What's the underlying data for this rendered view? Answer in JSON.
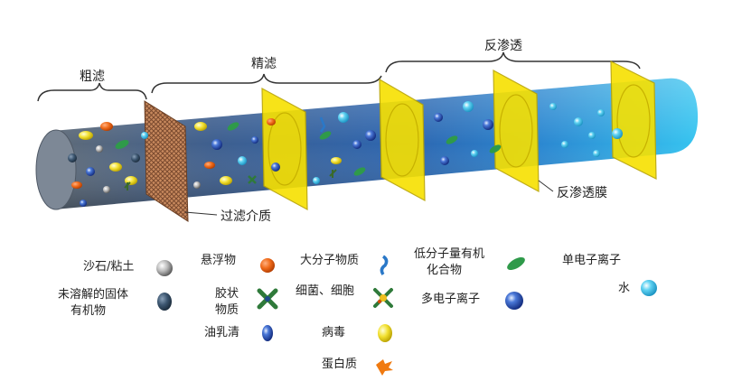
{
  "stages": {
    "coarse": "粗滤",
    "fine": "精滤",
    "ro": "反渗透"
  },
  "callouts": {
    "filter_media": "过滤介质",
    "ro_membrane": "反渗透膜"
  },
  "legend": {
    "sand": "沙石/粘土",
    "undissolved_solid": "未溶解的固体",
    "organic_matter": "有机物",
    "suspended": "悬浮物",
    "colloid_line1": "胶状",
    "colloid_line2": "物质",
    "oil_whey": "油乳清",
    "macromolecule": "大分子物质",
    "bacteria_cells": "细菌、细胞",
    "virus": "病毒",
    "protein": "蛋白质",
    "low_mw_organic_line1": "低分子量有机",
    "low_mw_organic_line2": "化合物",
    "multi_ion": "多电子离子",
    "single_ion": "单电子离子",
    "water": "水"
  },
  "colors": {
    "pipe_dark": "#5e6f86",
    "pipe_mid": "#3f6ea8",
    "pipe_light": "#3fc0ec",
    "membrane_yellow": "#f7e100",
    "mesh_brown": "#b0704a"
  }
}
